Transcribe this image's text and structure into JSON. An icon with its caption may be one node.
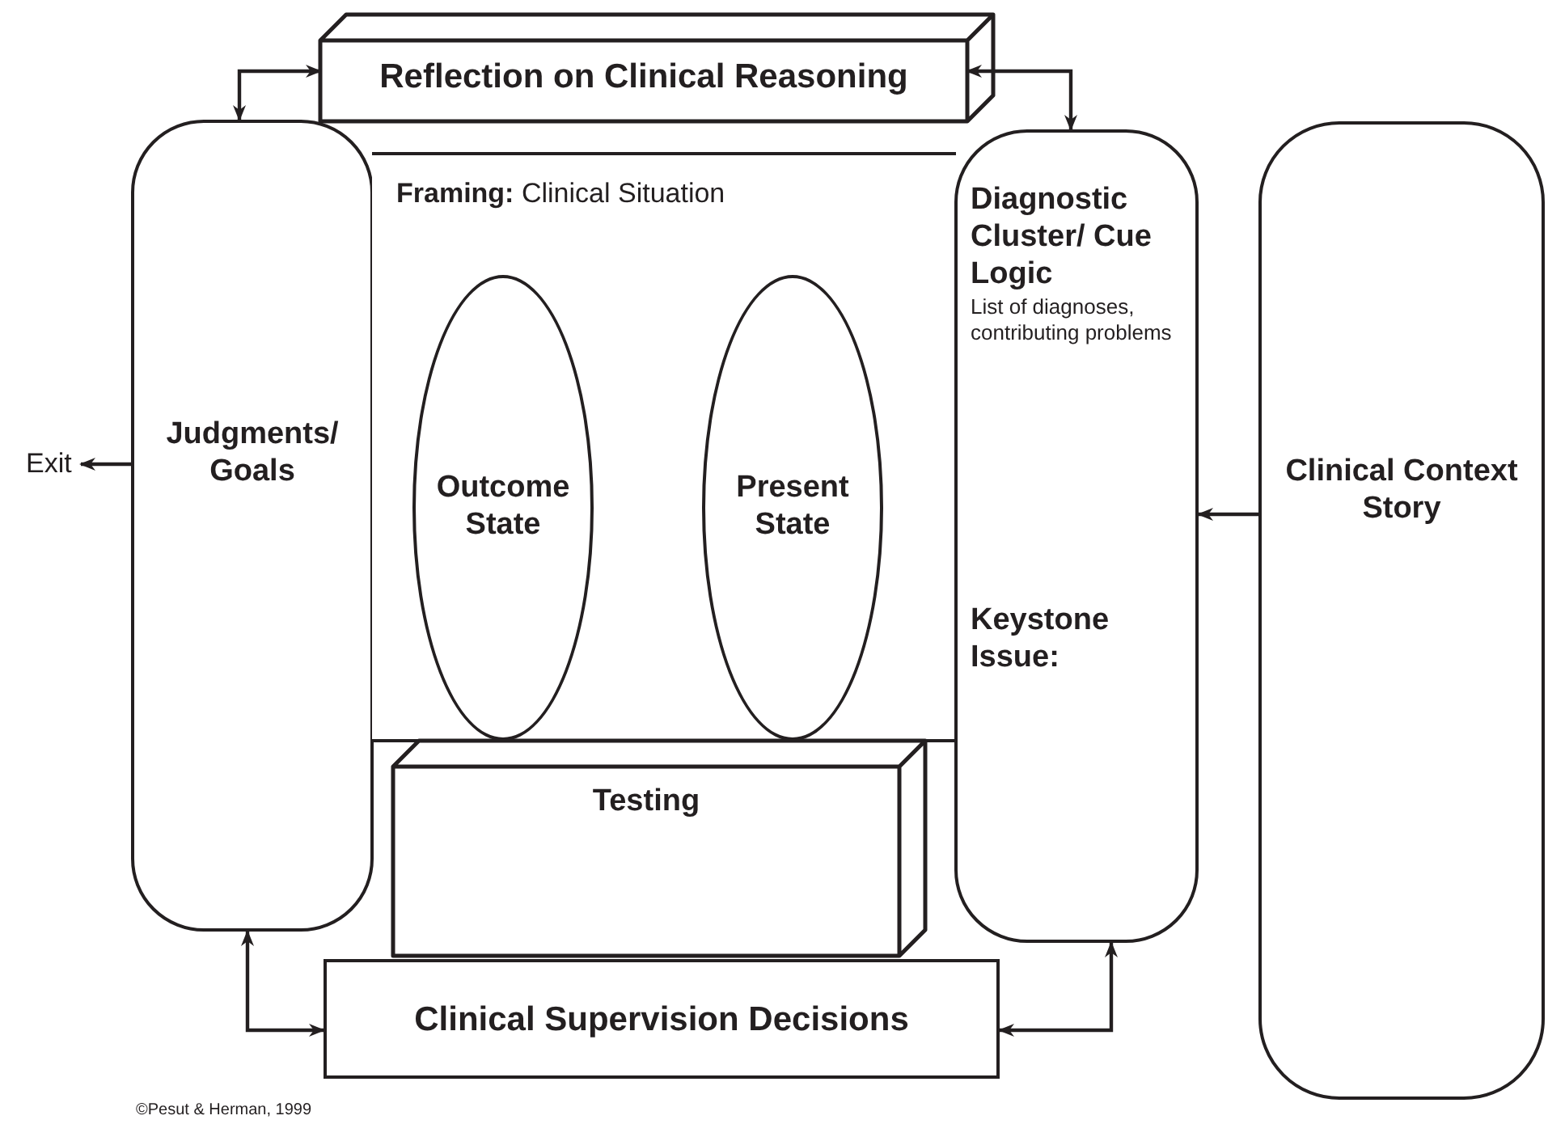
{
  "diagram": {
    "nodes": [
      {
        "text": [
          "Reflection on Clinical Reasoning"
        ]
      },
      {
        "text": [
          "Judgments/ Goals"
        ]
      },
      {
        "text": [
          "**Framing:** Clinical Situation"
        ]
      },
      {
        "text": [
          "Outcome State"
        ],
        "in": 2
      },
      {
        "text": [
          "Present State"
        ],
        "in": 2
      },
      {
        "text": [
          "Diagnostic Cluster/ Cue Logic",
          "List of diagnoses, contributing problems",
          "Keystone Issue:"
        ]
      },
      {
        "text": [
          "Exit"
        ]
      },
      {
        "text": [
          "Clinical Context Story"
        ]
      },
      {
        "text": [
          "Testing"
        ]
      },
      {
        "text": [
          "Clinical Supervision Decisions"
        ]
      }
    ],
    "edges": [
      {
        "from": 1,
        "to": 0,
        "arrow": "both"
      },
      {
        "from": 0,
        "to": 5,
        "arrow": "both"
      },
      {
        "from": 9,
        "to": 1,
        "arrow": "both"
      },
      {
        "from": 9,
        "to": 5,
        "arrow": "both"
      },
      {
        "from": 1,
        "to": 6,
        "arrow": "to"
      },
      {
        "from": 7,
        "to": 5,
        "arrow": "to"
      }
    ],
    "labels": [
      "©Pesut & Herman, 1999"
    ]
  }
}
